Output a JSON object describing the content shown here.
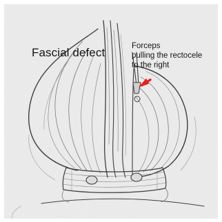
{
  "annotations": {
    "defect_label": "Fascial defect",
    "forceps_line1": "Forceps",
    "forceps_line2": "pulling the rectocele",
    "forceps_line3": "to the right"
  },
  "colors": {
    "paper": "#efefef",
    "pencil": "#3a3a3a",
    "arrow": "#e8201a",
    "text": "#141414"
  }
}
